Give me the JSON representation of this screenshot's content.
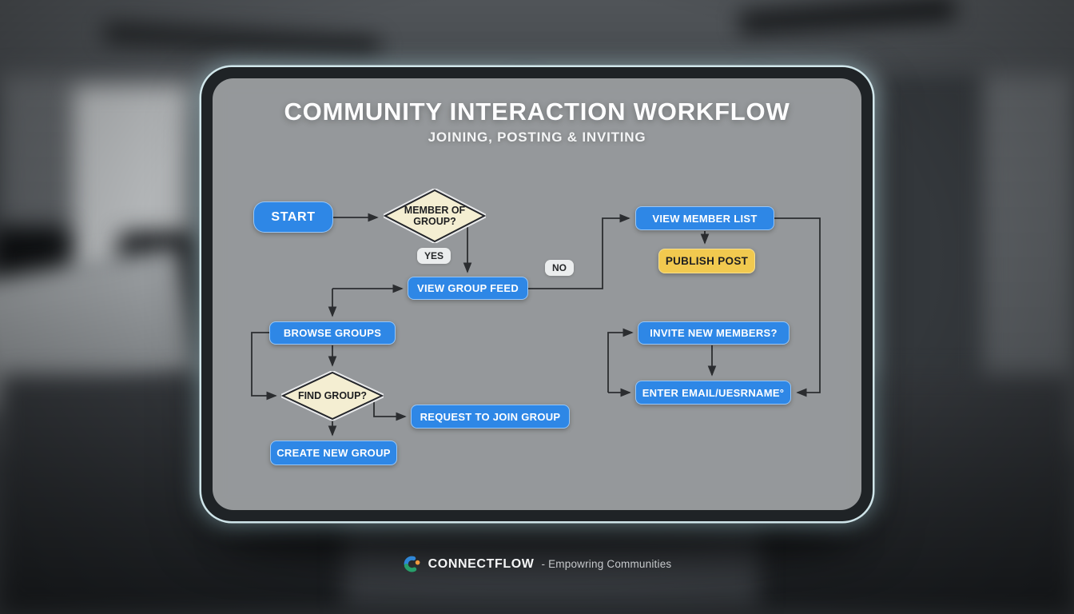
{
  "header": {
    "title": "COMMUNITY INTERACTION WORKFLOW",
    "subtitle": "JOINING, POSTING & INVITING"
  },
  "flowchart": {
    "start": {
      "label": "START"
    },
    "member_decision": {
      "label": "MEMBER OF GROUP?"
    },
    "yes_label": "YES",
    "no_label": "NO",
    "view_group_feed": {
      "label": "VIEW GROUP FEED"
    },
    "view_member_list": {
      "label": "VIEW MEMBER LIST"
    },
    "publish_post": {
      "label": "PUBLISH POST"
    },
    "browse_groups": {
      "label": "BROWSE GROUPS"
    },
    "find_decision": {
      "label": "FIND GROUP?"
    },
    "request_join": {
      "label": "REQUEST TO JOIN GROUP"
    },
    "create_group": {
      "label": "CREATE NEW GROUP"
    },
    "invite_members": {
      "label": "INVITE NEW MEMBERS?"
    },
    "enter_email": {
      "label": "ENTER EMAIL/UESRNAME°"
    }
  },
  "footer": {
    "brand": "CONNECTFLOW",
    "tagline": "- Empowring Communities"
  },
  "colors": {
    "node_blue": "#2E87E6",
    "node_yellow": "#F1C94F",
    "decision_fill": "#F4EED2",
    "decision_border": "#23252A",
    "arrow": "#2B2D30",
    "bezel": "#1F2326",
    "glow": "#CDE9EF",
    "logo_blue": "#2F86D6",
    "logo_teal": "#27A06B",
    "logo_orange": "#F09A3E"
  }
}
